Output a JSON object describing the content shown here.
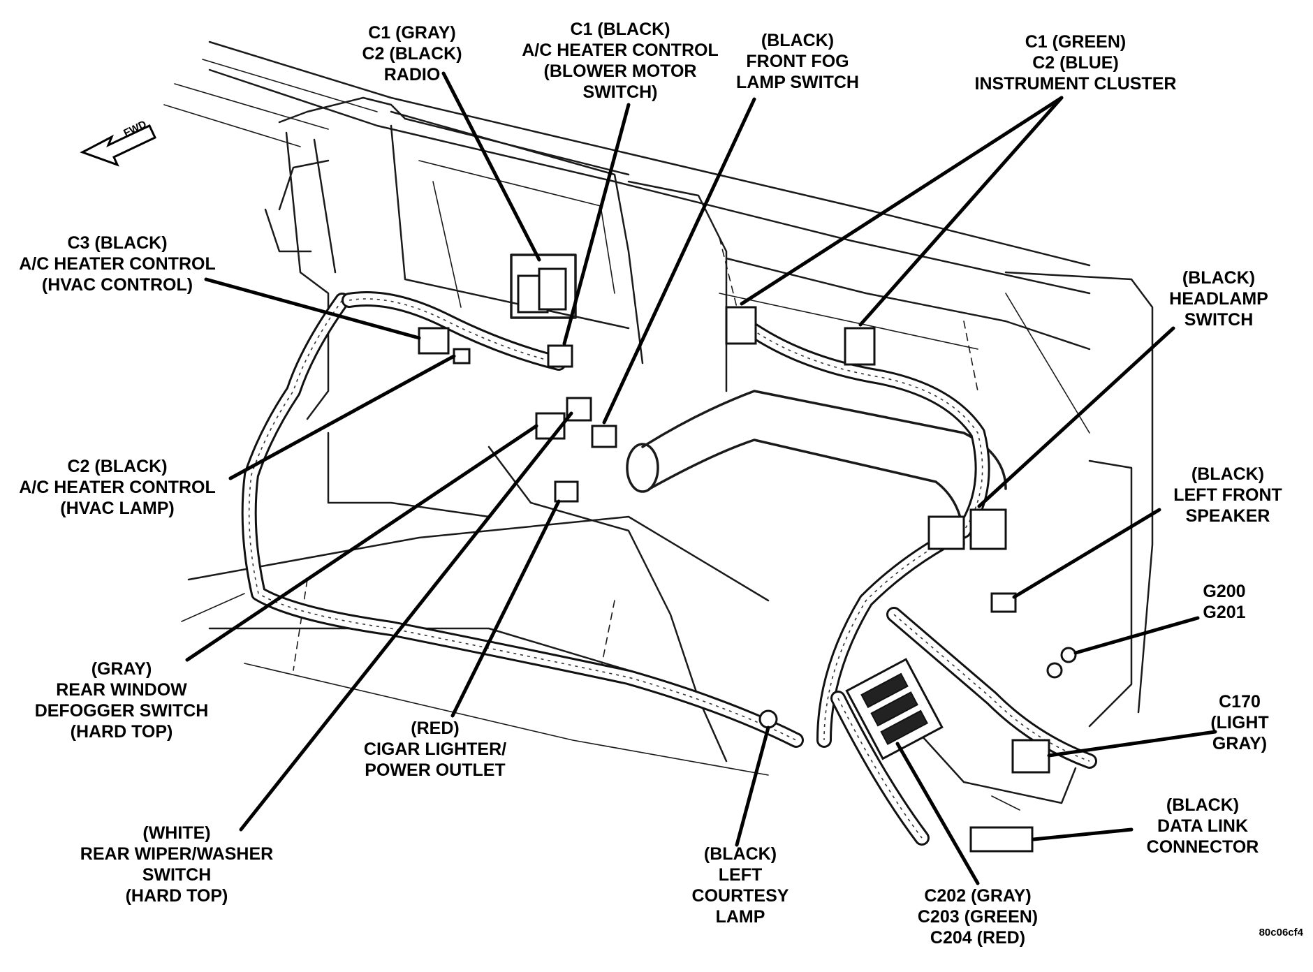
{
  "diagram": {
    "figure_id": "80c06cf4",
    "direction_marker": "FWD",
    "labels": {
      "radio": [
        "C1 (GRAY)",
        "C2 (BLACK)",
        "RADIO"
      ],
      "blower_motor_switch": [
        "C1 (BLACK)",
        "A/C HEATER CONTROL",
        "(BLOWER MOTOR",
        "SWITCH)"
      ],
      "front_fog_lamp_switch": [
        "(BLACK)",
        "FRONT FOG",
        "LAMP SWITCH"
      ],
      "instrument_cluster": [
        "C1 (GREEN)",
        "C2 (BLUE)",
        "INSTRUMENT CLUSTER"
      ],
      "hvac_control": [
        "C3 (BLACK)",
        "A/C HEATER CONTROL",
        "(HVAC CONTROL)"
      ],
      "headlamp_switch": [
        "(BLACK)",
        "HEADLAMP",
        "SWITCH"
      ],
      "hvac_lamp": [
        "C2 (BLACK)",
        "A/C HEATER CONTROL",
        "(HVAC LAMP)"
      ],
      "left_front_speaker": [
        "(BLACK)",
        "LEFT FRONT",
        "SPEAKER"
      ],
      "ground": [
        "G200",
        "G201"
      ],
      "rear_window_defogger": [
        "(GRAY)",
        "REAR WINDOW",
        "DEFOGGER SWITCH",
        "(HARD TOP)"
      ],
      "cigar_lighter": [
        "(RED)",
        "CIGAR LIGHTER/",
        "POWER OUTLET"
      ],
      "c170": [
        "C170",
        "(LIGHT",
        "GRAY)"
      ],
      "data_link_connector": [
        "(BLACK)",
        "DATA LINK",
        "CONNECTOR"
      ],
      "rear_wiper_washer": [
        "(WHITE)",
        "REAR WIPER/WASHER",
        "SWITCH",
        "(HARD TOP)"
      ],
      "left_courtesy_lamp": [
        "(BLACK)",
        "LEFT",
        "COURTESY",
        "LAMP"
      ],
      "c202_c204": [
        "C202 (GRAY)",
        "C203 (GREEN)",
        "C204 (RED)"
      ]
    }
  }
}
